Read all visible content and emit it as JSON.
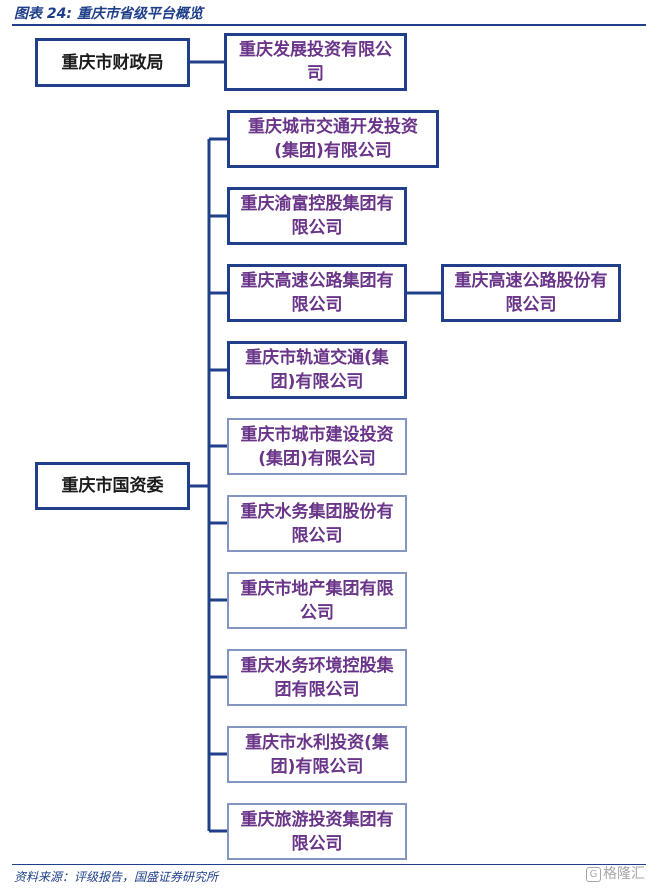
{
  "header": {
    "figure_title": "图表 24: 重庆市省级平台概览"
  },
  "source": "资料来源：评级报告，国盛证券研究所",
  "watermark": "格隆汇",
  "owners": {
    "finance": "重庆市财政局",
    "sasac": "重庆市国资委"
  },
  "finance_children": [
    {
      "name": "重庆发展投资有限公司"
    }
  ],
  "sasac_children": [
    {
      "name": "重庆城市交通开发投资(集团)有限公司"
    },
    {
      "name": "重庆渝富控股集团有限公司"
    },
    {
      "name": "重庆高速公路集团有限公司"
    },
    {
      "name": "重庆市轨道交通(集团)有限公司"
    },
    {
      "name": "重庆市城市建设投资(集团)有限公司"
    },
    {
      "name": "重庆水务集团股份有限公司"
    },
    {
      "name": "重庆市地产集团有限公司"
    },
    {
      "name": "重庆水务环境控股集团有限公司"
    },
    {
      "name": "重庆市水利投资(集团)有限公司"
    },
    {
      "name": "重庆旅游投资集团有限公司"
    }
  ],
  "subsidiaries": [
    {
      "parent": "重庆高速公路集团有限公司",
      "name": "重庆高速公路股份有限公司"
    }
  ]
}
